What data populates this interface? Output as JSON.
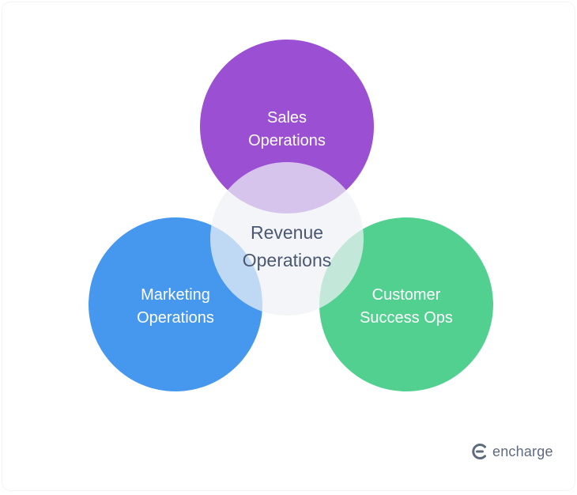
{
  "diagram": {
    "circles": {
      "sales": {
        "line1": "Sales",
        "line2": "Operations",
        "color": "#9b4fd3"
      },
      "marketing": {
        "line1": "Marketing",
        "line2": "Operations",
        "color": "#4697ee"
      },
      "customer_success": {
        "line1": "Customer",
        "line2": "Success Ops",
        "color": "#52d090"
      },
      "revenue": {
        "line1": "Revenue",
        "line2": "Operations",
        "color": "#eef1f6",
        "text_color": "#4b5870"
      }
    }
  },
  "logo": {
    "word": "encharge",
    "icon": "encharge-logo-icon"
  }
}
